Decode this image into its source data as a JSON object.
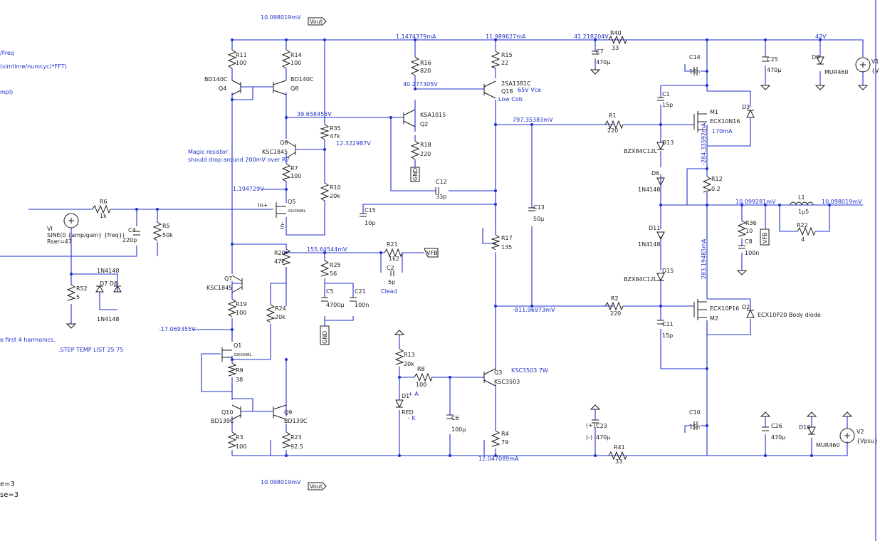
{
  "node_labels": [
    {
      "id": "vout-top",
      "text": "10.098019mV"
    },
    {
      "id": "i-supply-1",
      "text": "1.1474379mA"
    },
    {
      "id": "i-supply-2",
      "text": "11.989627mA"
    },
    {
      "id": "v-rail",
      "text": "41.218204V"
    },
    {
      "id": "v-42",
      "text": "42V"
    },
    {
      "id": "v-q2-base",
      "text": "40.277305V"
    },
    {
      "id": "v-q6-col",
      "text": "39.658455V"
    },
    {
      "id": "v-q6-emit",
      "text": "12.322987V"
    },
    {
      "id": "v-q5-src",
      "text": "1.194729V"
    },
    {
      "id": "v-upper-gate",
      "text": "797.35383mV"
    },
    {
      "id": "i-m1",
      "text": "-284.33592mA"
    },
    {
      "id": "v-out-node",
      "text": "10.099281mV"
    },
    {
      "id": "v-out-right",
      "text": "10.098019mV"
    },
    {
      "id": "i-m2",
      "text": "283.19485mA"
    },
    {
      "id": "v-lower-gate",
      "text": "-811.96973mV"
    },
    {
      "id": "v-feedback",
      "text": "155.64544mV"
    },
    {
      "id": "v-neg-q1",
      "text": "-17.069355V"
    },
    {
      "id": "i-q3",
      "text": "12.047089mA"
    },
    {
      "id": "vout-bottom",
      "text": "10.098019mV"
    }
  ],
  "flags": {
    "vout": "Vout",
    "vfb": "VFB",
    "gnd": "GND"
  },
  "components": [
    {
      "id": "R11",
      "name": "R11",
      "value": "100"
    },
    {
      "id": "R14",
      "name": "R14",
      "value": "100"
    },
    {
      "id": "Q4",
      "name": "Q4",
      "value": "BD140C"
    },
    {
      "id": "Q8",
      "name": "Q8",
      "value": "BD140C"
    },
    {
      "id": "R16",
      "name": "R16",
      "value": "820"
    },
    {
      "id": "R15",
      "name": "R15",
      "value": "22"
    },
    {
      "id": "Q18",
      "name": "Q18",
      "value": "2SA1381C"
    },
    {
      "id": "C7",
      "name": "C7",
      "value": "470µ"
    },
    {
      "id": "R40",
      "name": "R40",
      "value": "33"
    },
    {
      "id": "C14",
      "name": "C14",
      "value": "15n"
    },
    {
      "id": "C25",
      "name": "C25",
      "value": "470µ"
    },
    {
      "id": "D9",
      "name": "D9",
      "value": "MUR460"
    },
    {
      "id": "V1",
      "name": "V1",
      "value": "{V"
    },
    {
      "id": "Q2",
      "name": "Q2",
      "value": "KSA1015"
    },
    {
      "id": "R35",
      "name": "R35",
      "value": "47k"
    },
    {
      "id": "Q6",
      "name": "Q6",
      "value": "KSC1845"
    },
    {
      "id": "R18",
      "name": "R18",
      "value": "220"
    },
    {
      "id": "R7",
      "name": "R7",
      "value": "100"
    },
    {
      "id": "C1",
      "name": "C1",
      "value": "15p"
    },
    {
      "id": "M1",
      "name": "M1",
      "value": "ECX10N16"
    },
    {
      "id": "D3",
      "name": "D3",
      "value": ""
    },
    {
      "id": "R1",
      "name": "R1",
      "value": "220"
    },
    {
      "id": "D13",
      "name": "D13",
      "value": "BZX84C12L"
    },
    {
      "id": "D6",
      "name": "D6",
      "value": "1N4148"
    },
    {
      "id": "R12",
      "name": "R12",
      "value": "0.2"
    },
    {
      "id": "R6",
      "name": "R6",
      "value": "1k"
    },
    {
      "id": "R10",
      "name": "R10",
      "value": "20k"
    },
    {
      "id": "C12",
      "name": "C12",
      "value": "33p"
    },
    {
      "id": "Q5",
      "name": "Q5",
      "value": "2SK369BL"
    },
    {
      "id": "C4",
      "name": "C4",
      "value": "220p"
    },
    {
      "id": "R5",
      "name": "R5",
      "value": "50k"
    },
    {
      "id": "C15",
      "name": "C15",
      "value": "10p"
    },
    {
      "id": "C13",
      "name": "C13",
      "value": "50µ"
    },
    {
      "id": "L1",
      "name": "L1",
      "value": "1µ5"
    },
    {
      "id": "R22",
      "name": "R22",
      "value": "4"
    },
    {
      "id": "R36",
      "name": "R36",
      "value": "10"
    },
    {
      "id": "C8",
      "name": "C8",
      "value": "100n"
    },
    {
      "id": "R17",
      "name": "R17",
      "value": "135"
    },
    {
      "id": "D11",
      "name": "D11",
      "value": "1N4148"
    },
    {
      "id": "R20",
      "name": "R20",
      "value": "47k"
    },
    {
      "id": "R21",
      "name": "R21",
      "value": "1k2"
    },
    {
      "id": "C2",
      "name": "C2",
      "value": "5p"
    },
    {
      "id": "R25",
      "name": "R25",
      "value": "56"
    },
    {
      "id": "D15",
      "name": "D15",
      "value": "BZX84C12L"
    },
    {
      "id": "C5",
      "name": "C5",
      "value": "4700µ"
    },
    {
      "id": "C21",
      "name": "C21",
      "value": "100n"
    },
    {
      "id": "Q7",
      "name": "Q7",
      "value": "KSC1845"
    },
    {
      "id": "R52",
      "name": "R52",
      "value": "5"
    },
    {
      "id": "R19",
      "name": "R19",
      "value": "100"
    },
    {
      "id": "R24",
      "name": "R24",
      "value": "20k"
    },
    {
      "id": "R2",
      "name": "R2",
      "value": "220"
    },
    {
      "id": "M2",
      "name": "M2",
      "value": "ECX10P16"
    },
    {
      "id": "D2",
      "name": "D2",
      "value": "ECX10P20 Body diode"
    },
    {
      "id": "C11",
      "name": "C11",
      "value": "15p"
    },
    {
      "id": "Q1",
      "name": "Q1",
      "value": "2SK369BL"
    },
    {
      "id": "R13",
      "name": "R13",
      "value": "20k"
    },
    {
      "id": "R9",
      "name": "R9",
      "value": "38"
    },
    {
      "id": "R8",
      "name": "R8",
      "value": "100"
    },
    {
      "id": "Q3",
      "name": "Q3",
      "value": "KSC3503"
    },
    {
      "id": "D1",
      "name": "D1",
      "value": "RED"
    },
    {
      "id": "C6",
      "name": "C6",
      "value": "100µ"
    },
    {
      "id": "Q10",
      "name": "Q10",
      "value": "BD139C"
    },
    {
      "id": "Q9",
      "name": "Q9",
      "value": "BD139C"
    },
    {
      "id": "C10",
      "name": "C10",
      "value": "15n"
    },
    {
      "id": "C23",
      "name": "C23",
      "value": "470µ"
    },
    {
      "id": "C26",
      "name": "C26",
      "value": "470µ"
    },
    {
      "id": "D10",
      "name": "D10",
      "value": "MUR460"
    },
    {
      "id": "V2",
      "name": "V2",
      "value": "{Vpsu}"
    },
    {
      "id": "R3",
      "name": "R3",
      "value": "100"
    },
    {
      "id": "R23",
      "name": "R23",
      "value": "92.5"
    },
    {
      "id": "R4",
      "name": "R4",
      "value": "79"
    },
    {
      "id": "R41",
      "name": "R41",
      "value": "33"
    }
  ],
  "notes": {
    "freq": "/Freq",
    "fft": "(simtime/numcyc)*FFT)",
    "ampl": "mpl)",
    "vi_name": "VI",
    "vi_sine": "SINE(0 {amp/gain} {freq})",
    "vi_rser": "Rser=47",
    "d7d8": "D7 D8",
    "d7_part": "1N4148",
    "d8_part": "1N4148",
    "magic1": "Magic resistor",
    "magic2": "should drop around 200mV over R7",
    "harmonics": "e first 4 harmonics.",
    "step": ".STEP TEMP LIST 25 75",
    "q18_vce": "65V Vce",
    "q18_cob": "Low Cob",
    "m1_current": "170mA",
    "q3_power": "KSC3503 7W",
    "clead": "Clead",
    "in_plus": "In+",
    "in_minus": "In-",
    "d1_a": "+ A",
    "d1_k": "- K",
    "c23_plus": "(+)",
    "c23_minus": "(-)",
    "e3a": "e=3",
    "e3b": "se=3"
  }
}
